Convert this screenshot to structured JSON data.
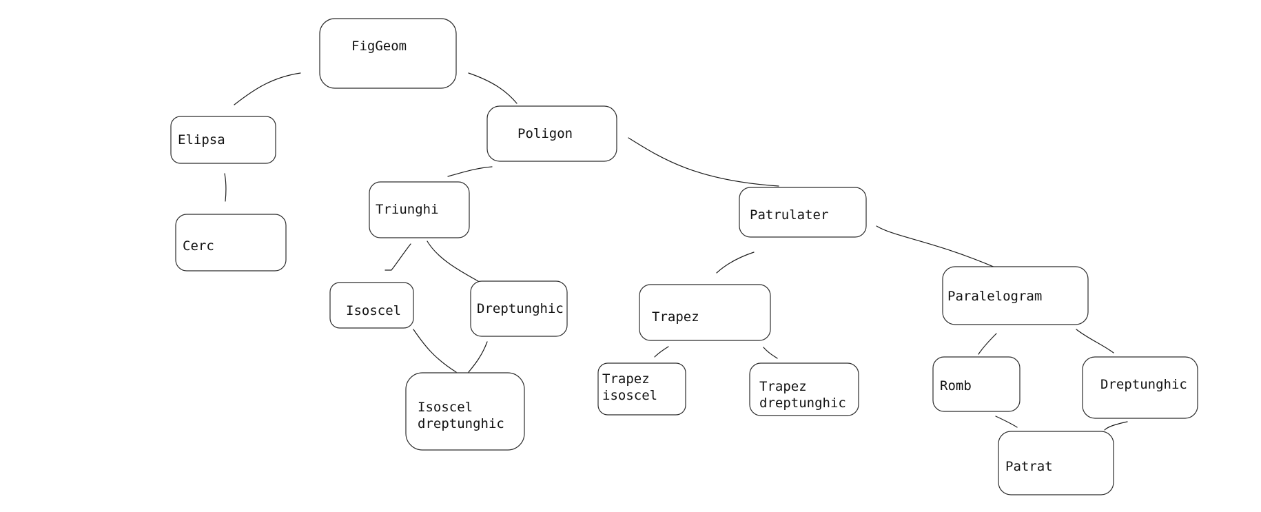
{
  "nodes": {
    "figgeom": {
      "lines": [
        "FigGeom"
      ]
    },
    "elipsa": {
      "lines": [
        "Elipsa"
      ]
    },
    "cerc": {
      "lines": [
        "Cerc"
      ]
    },
    "poligon": {
      "lines": [
        "Poligon"
      ]
    },
    "triunghi": {
      "lines": [
        "Triunghi"
      ]
    },
    "isoscel": {
      "lines": [
        "Isoscel"
      ]
    },
    "dreptunghic_tri": {
      "lines": [
        "Dreptunghic"
      ]
    },
    "isoscel_dreptunghic": {
      "lines": [
        "Isoscel",
        "dreptunghic"
      ]
    },
    "patrulater": {
      "lines": [
        "Patrulater"
      ]
    },
    "trapez": {
      "lines": [
        "Trapez"
      ]
    },
    "trapez_isoscel": {
      "lines": [
        "Trapez",
        "isoscel"
      ]
    },
    "trapez_dreptunghic": {
      "lines": [
        "Trapez",
        "dreptunghic"
      ]
    },
    "paralelogram": {
      "lines": [
        "Paralelogram"
      ]
    },
    "romb": {
      "lines": [
        "Romb"
      ]
    },
    "dreptunghic_par": {
      "lines": [
        "Dreptunghic"
      ]
    },
    "patrat": {
      "lines": [
        "Patrat"
      ]
    }
  },
  "edges": [
    [
      "figgeom",
      "elipsa"
    ],
    [
      "figgeom",
      "poligon"
    ],
    [
      "elipsa",
      "cerc"
    ],
    [
      "poligon",
      "triunghi"
    ],
    [
      "poligon",
      "patrulater"
    ],
    [
      "triunghi",
      "isoscel"
    ],
    [
      "triunghi",
      "dreptunghic_tri"
    ],
    [
      "isoscel",
      "isoscel_dreptunghic"
    ],
    [
      "dreptunghic_tri",
      "isoscel_dreptunghic"
    ],
    [
      "patrulater",
      "trapez"
    ],
    [
      "patrulater",
      "paralelogram"
    ],
    [
      "trapez",
      "trapez_isoscel"
    ],
    [
      "trapez",
      "trapez_dreptunghic"
    ],
    [
      "paralelogram",
      "romb"
    ],
    [
      "paralelogram",
      "dreptunghic_par"
    ],
    [
      "romb",
      "patrat"
    ],
    [
      "dreptunghic_par",
      "patrat"
    ]
  ]
}
